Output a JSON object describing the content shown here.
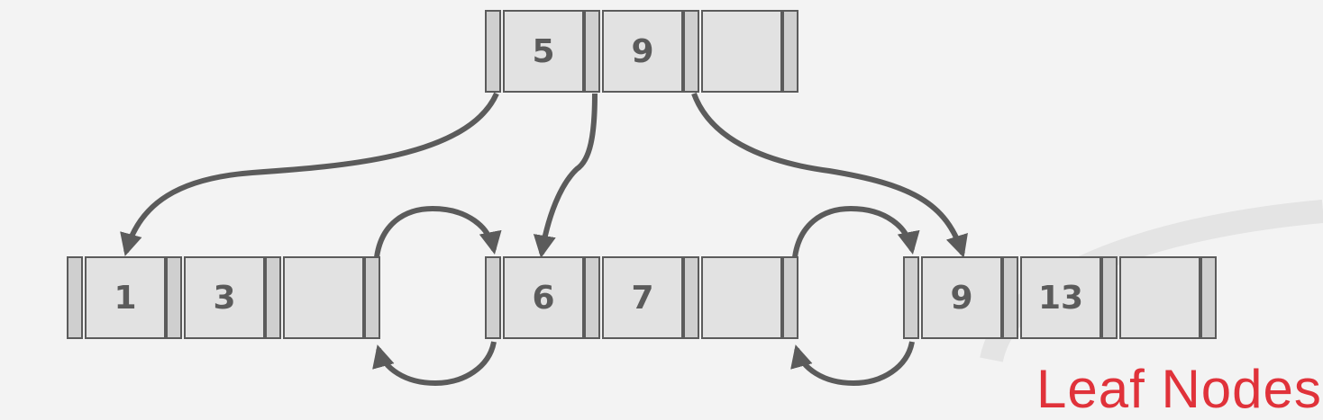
{
  "tree": {
    "root": {
      "keys": [
        "5",
        "9",
        ""
      ]
    },
    "leaves": [
      {
        "keys": [
          "1",
          "3",
          ""
        ]
      },
      {
        "keys": [
          "6",
          "7",
          ""
        ]
      },
      {
        "keys": [
          "9",
          "13",
          ""
        ]
      }
    ]
  },
  "caption": "Leaf Nodes",
  "colors": {
    "background": "#f3f3f3",
    "node_fill": "#e2e2e2",
    "pointer_fill": "#cfcfcf",
    "stroke": "#5b5b5b",
    "caption": "#e0323a"
  }
}
